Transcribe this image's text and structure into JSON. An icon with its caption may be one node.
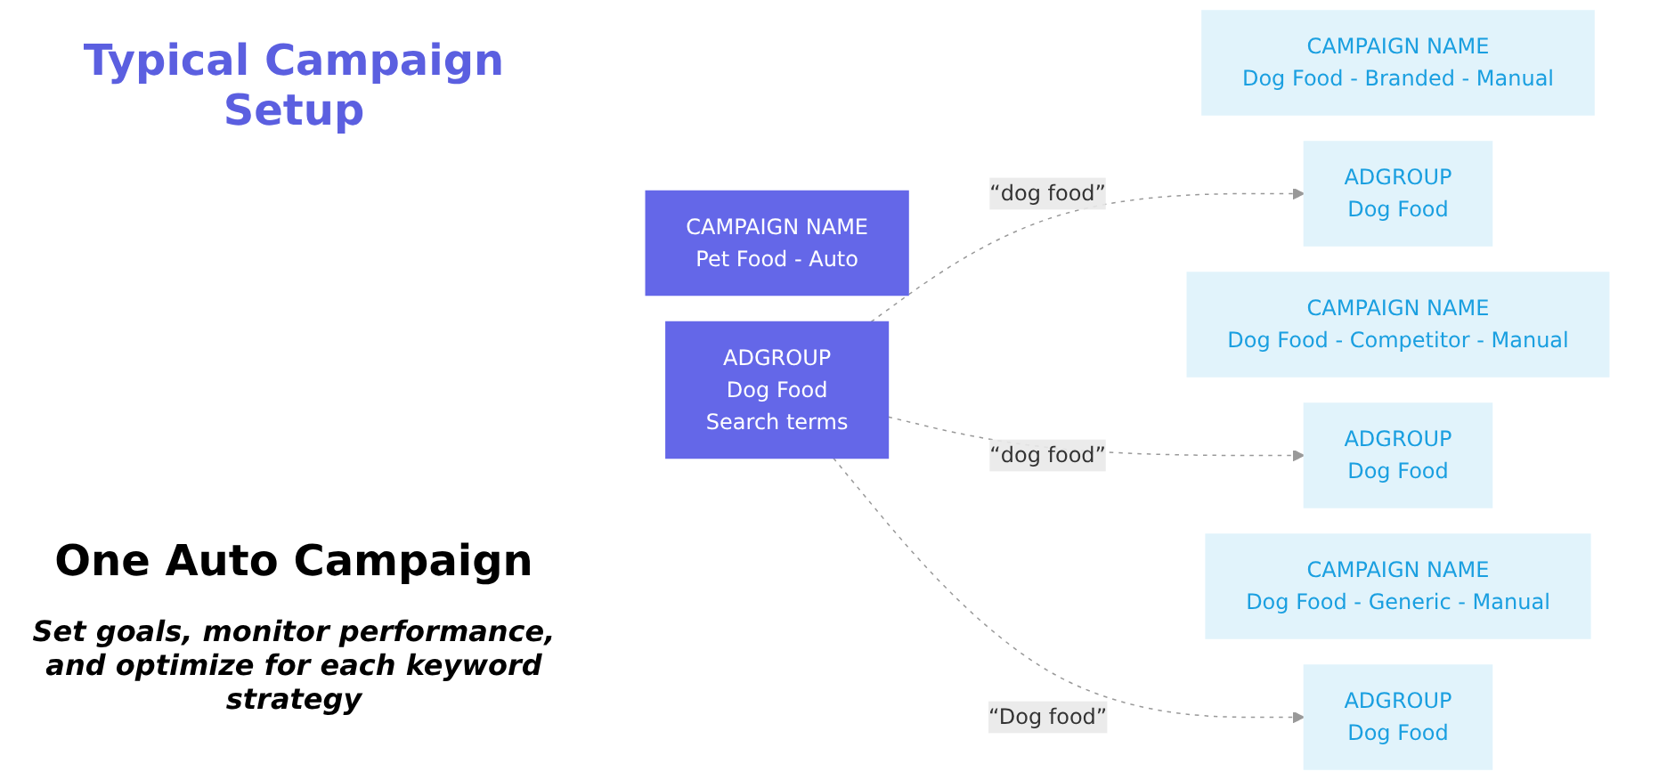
{
  "diagram": {
    "title": "Typical Campaign Setup",
    "nodes": [
      {
        "text": [
          "CAMPAIGN NAME",
          "Pet Food - Auto"
        ]
      },
      {
        "text": [
          "ADGROUP",
          "Dog Food",
          "Search terms"
        ]
      },
      {
        "text": [
          "CAMPAIGN NAME",
          "Dog Food - Branded - Manual"
        ]
      },
      {
        "text": [
          "ADGROUP",
          "Dog Food"
        ]
      },
      {
        "text": [
          "CAMPAIGN NAME",
          "Dog Food - Competitor - Manual"
        ]
      },
      {
        "text": [
          "ADGROUP",
          "Dog Food"
        ]
      },
      {
        "text": [
          "CAMPAIGN NAME",
          "Dog Food - Generic - Manual"
        ]
      },
      {
        "text": [
          "ADGROUP",
          "Dog Food"
        ]
      }
    ],
    "edges": [
      {
        "from": 1,
        "to": 3,
        "arrow": "to",
        "label": "“dog food”",
        "style": "dashed"
      },
      {
        "from": 1,
        "to": 5,
        "arrow": "to",
        "label": "“dog food”",
        "style": "dashed"
      },
      {
        "from": 1,
        "to": 7,
        "arrow": "to",
        "label": "“Dog food”",
        "style": "dashed"
      }
    ],
    "labels": [
      "One Auto Campaign",
      "Set goals, monitor performance, and optimize for each keyword strategy"
    ]
  }
}
